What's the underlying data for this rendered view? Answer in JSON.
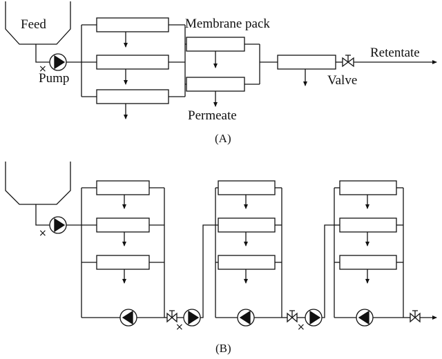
{
  "diagram_a": {
    "feed": "Feed",
    "pump": "Pump",
    "membrane_pack": "Membrane pack",
    "retentate": "Retentate",
    "valve": "Valve",
    "permeate": "Permeate",
    "caption": "(A)",
    "cross_marks": [
      "×"
    ]
  },
  "diagram_b": {
    "caption": "(B)",
    "cross_marks": [
      "×",
      "×",
      "×"
    ]
  }
}
